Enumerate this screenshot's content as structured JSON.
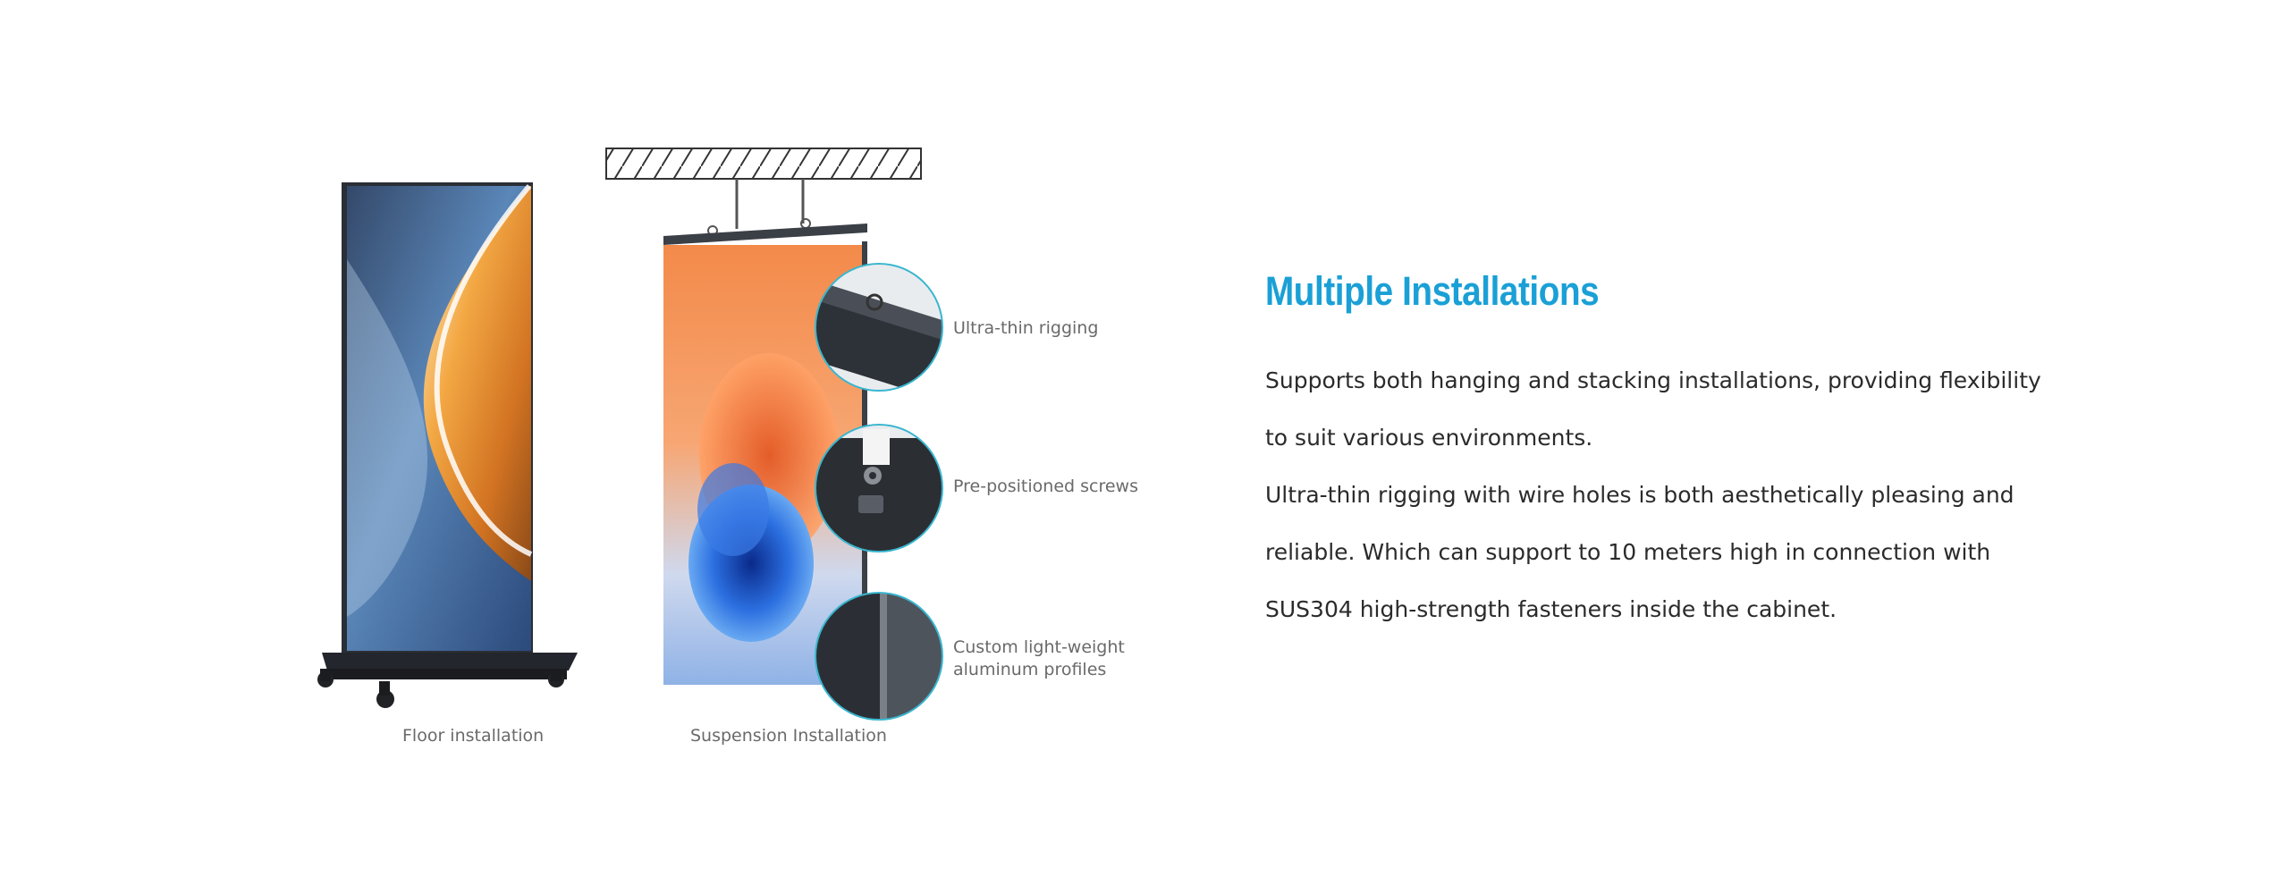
{
  "colors": {
    "accent": "#1aa0d6",
    "body_text": "#2b2b2b",
    "caption_text": "#6a6a6a",
    "callout_ring": "#3ab6cf"
  },
  "illustration": {
    "floor_caption": "Floor installation",
    "suspension_caption": "Suspension Installation",
    "callouts": [
      {
        "label": "Ultra-thin  rigging"
      },
      {
        "label": "Pre-positioned screws"
      },
      {
        "label": "Custom light-weight\naluminum profiles"
      }
    ]
  },
  "content": {
    "title": "Multiple Installations",
    "paragraphs": [
      "Supports both hanging and stacking installations, providing flexibility to suit various environments.",
      "Ultra-thin rigging with wire holes is both aesthetically pleasing and reliable. Which can support to 10 meters high in connection with SUS304 high-strength fasteners inside the cabinet."
    ]
  }
}
